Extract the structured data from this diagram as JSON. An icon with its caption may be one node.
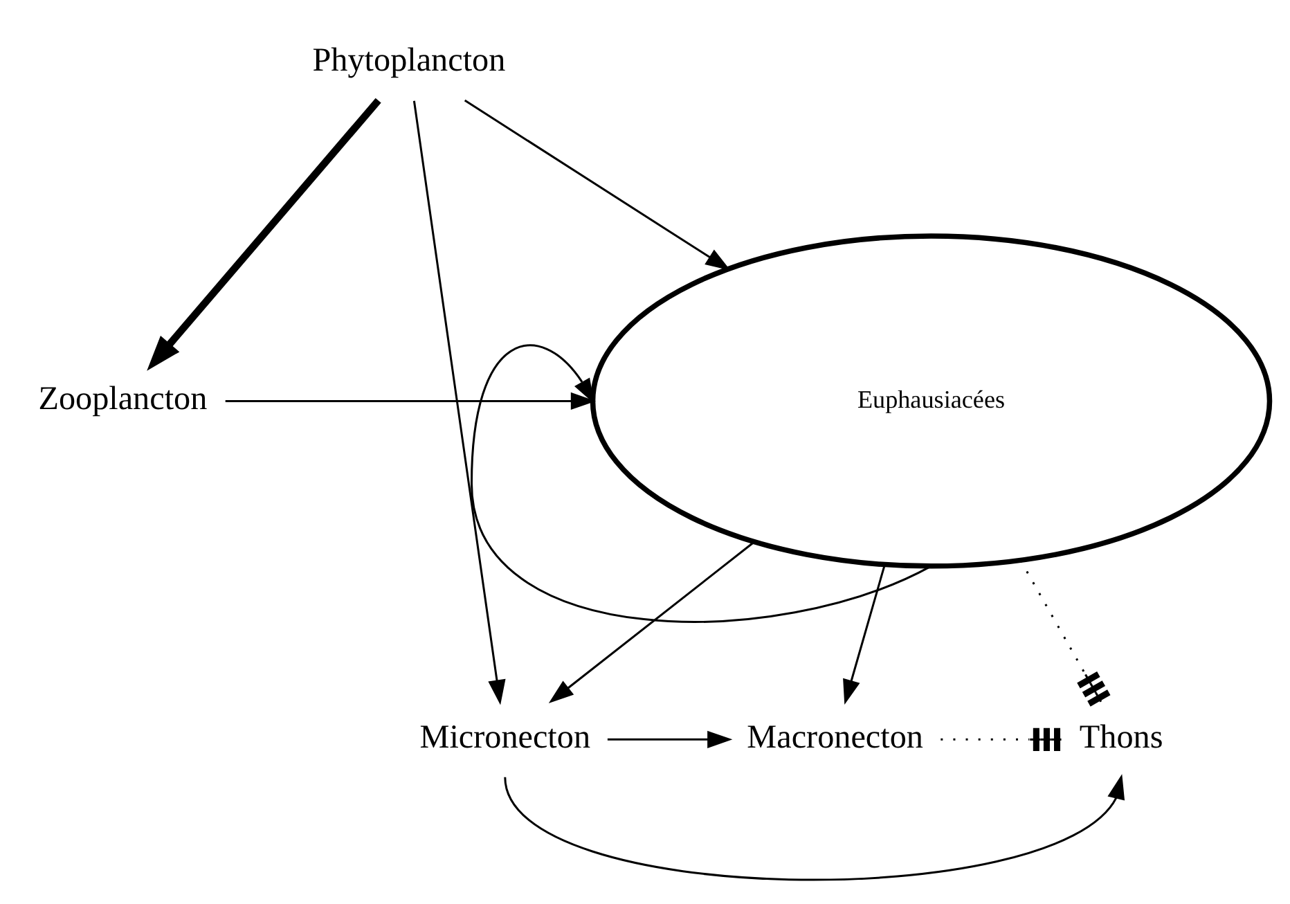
{
  "diagram": {
    "nodes": [
      {
        "text": [
          "Phytoplancton"
        ]
      },
      {
        "text": [
          "Euphausiacées"
        ]
      },
      {
        "text": [
          "Zooplancton"
        ]
      },
      {
        "text": [
          "Micronecton"
        ]
      },
      {
        "text": [
          "Macronecton"
        ]
      },
      {
        "text": [
          "Thons"
        ]
      }
    ],
    "edges": [
      {
        "from": 0,
        "to": 1,
        "arrow": "to"
      },
      {
        "from": 0,
        "to": 2,
        "arrow": "to",
        "style": "thick"
      },
      {
        "from": 0,
        "to": 3,
        "arrow": "to"
      },
      {
        "from": 1,
        "to": 1,
        "arrow": "to"
      },
      {
        "from": 2,
        "to": 1,
        "arrow": "to"
      },
      {
        "from": 1,
        "to": 3,
        "arrow": "to"
      },
      {
        "from": 1,
        "to": 4,
        "arrow": "to"
      },
      {
        "from": 1,
        "to": 5,
        "arrow": "other",
        "style": "dashed"
      },
      {
        "from": 3,
        "to": 4,
        "arrow": "to"
      },
      {
        "from": 4,
        "to": 5,
        "arrow": "other",
        "style": "dashed"
      },
      {
        "from": 3,
        "to": 5,
        "arrow": "to"
      }
    ]
  }
}
